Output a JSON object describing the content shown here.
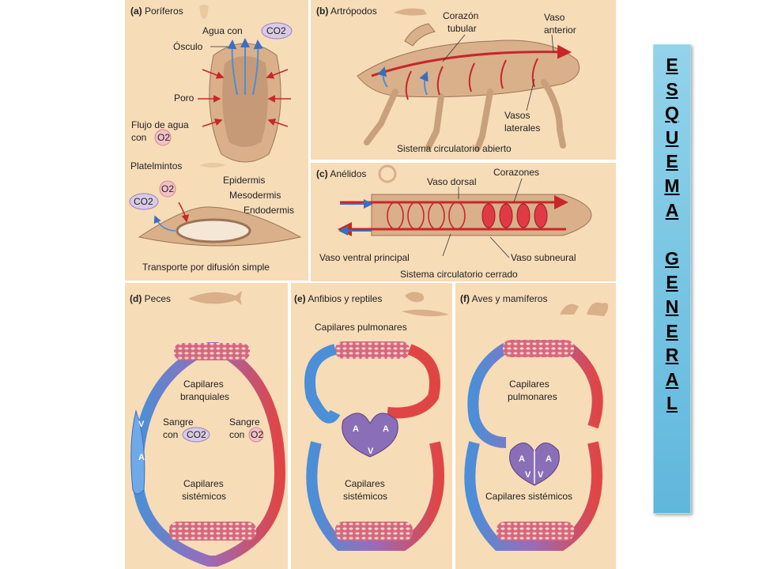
{
  "panels": {
    "a": {
      "heading_letter": "(a)",
      "heading": "Poríferos",
      "water_co2": "Agua con",
      "co2": "CO2",
      "osculo": "Ósculo",
      "poro": "Poro",
      "flow_line1": "Flujo de agua",
      "flow_line2": "con",
      "o2": "O2",
      "platelmintos": "Platelmintos",
      "epidermis": "Epidermis",
      "mesodermis": "Mesodermis",
      "endodermis": "Endodermis",
      "flat_o2": "O2",
      "flat_co2": "CO2",
      "caption": "Transporte por difusión simple"
    },
    "b": {
      "heading_letter": "(b)",
      "heading": "Artrópodos",
      "corazon_line1": "Corazón",
      "corazon_line2": "tubular",
      "vaso_line1": "Vaso",
      "vaso_line2": "anterior",
      "vasos_line1": "Vasos",
      "vasos_line2": "laterales",
      "caption": "Sistema circulatorio abierto"
    },
    "c": {
      "heading_letter": "(c)",
      "heading": "Anélidos",
      "vaso_dorsal": "Vaso dorsal",
      "corazones": "Corazones",
      "vaso_ventral": "Vaso ventral principal",
      "vaso_subneural": "Vaso subneural",
      "caption": "Sistema circulatorio cerrado"
    },
    "d": {
      "heading_letter": "(d)",
      "heading": "Peces",
      "cap_line1": "Capilares",
      "cap_line2": "branquiales",
      "sangre1_line1": "Sangre",
      "sangre1_line2": "con",
      "co2": "CO2",
      "sangre2_line1": "Sangre",
      "sangre2_line2": "con",
      "o2": "O2",
      "v": "V",
      "a": "A",
      "sis_line1": "Capilares",
      "sis_line2": "sistémicos"
    },
    "e": {
      "heading_letter": "(e)",
      "heading": "Anfibios y reptiles",
      "pulmonares": "Capilares pulmonares",
      "a_left": "A",
      "a_right": "A",
      "v": "V",
      "sis_line1": "Capilares",
      "sis_line2": "sistémicos"
    },
    "f": {
      "heading_letter": "(f)",
      "heading": "Aves y mamíferos",
      "pul_line1": "Capilares",
      "pul_line2": "pulmonares",
      "a_left": "A",
      "a_right": "A",
      "v_left": "V",
      "v_right": "V",
      "sistemicos": "Capilares sistémicos"
    }
  },
  "title_letters": [
    "E",
    "S",
    "Q",
    "U",
    "E",
    "M",
    "A",
    " ",
    "G",
    "E",
    "N",
    "E",
    "R",
    "A",
    "L"
  ],
  "colors": {
    "panel_bg": "#f7dcb8",
    "artery_red": "#e04545",
    "vein_blue": "#4a8fd8",
    "title_box": "#7cc6e6"
  }
}
